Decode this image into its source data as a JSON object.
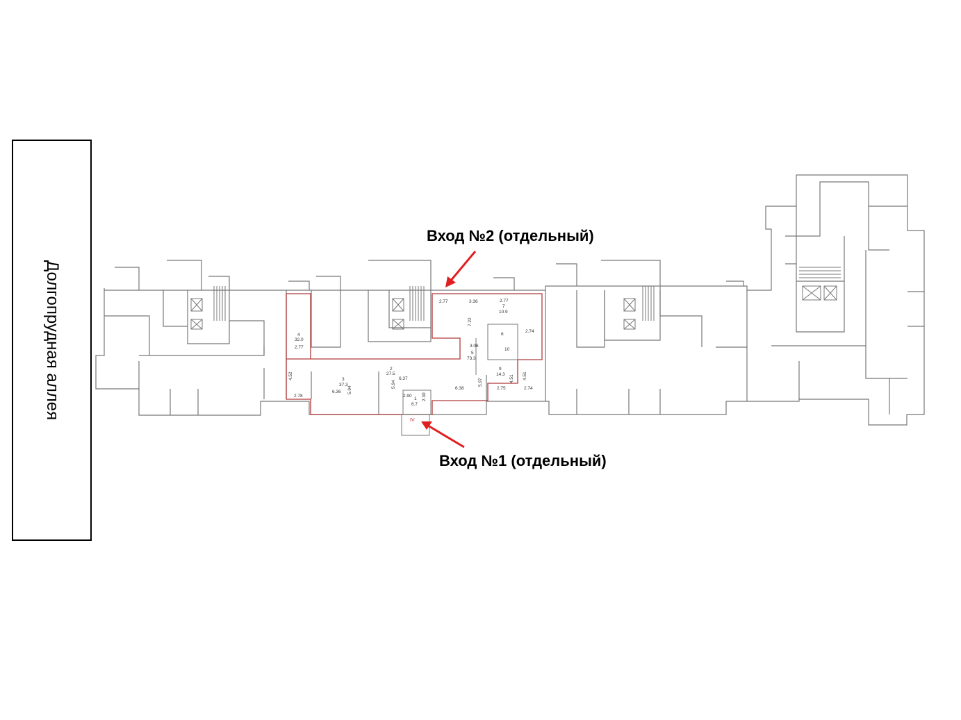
{
  "street": {
    "name": "Долгопрудная аллея"
  },
  "entrances": [
    {
      "label": "Вход №2 (отдельный)"
    },
    {
      "label": "Вход №1 (отдельный)"
    }
  ],
  "colors": {
    "highlight_outline": "#b03a3a",
    "arrow": "#e02020",
    "wall": "#777777"
  },
  "room_labels": {
    "r1": "2.77",
    "r2": "3.36",
    "r3": "2.77",
    "r4": "7",
    "r5": "10.9",
    "r6": "7.22",
    "r7": "6",
    "r8": "2.74",
    "r9": "4",
    "r10": "32.0",
    "r11": "2.77",
    "r12": "3.06",
    "r13": "5",
    "r14": "73.3",
    "r15": "10",
    "r16": "9",
    "r17": "14.3",
    "r18": "4.52",
    "r19": "2",
    "r20": "27.5",
    "r21": "6.37",
    "r22": "3",
    "r23": "37.3",
    "r24": "6.36",
    "r25": "5.94",
    "r26": "5.94",
    "r27": "6.38",
    "r28": "5.97",
    "r29": "4.51",
    "r30": "4.51",
    "r31": "2.75",
    "r32": "2.74",
    "r33": "2.78",
    "r34": "2.90",
    "r35": "2.30",
    "r36": "1",
    "r37": "6.7",
    "r38": "IV"
  }
}
